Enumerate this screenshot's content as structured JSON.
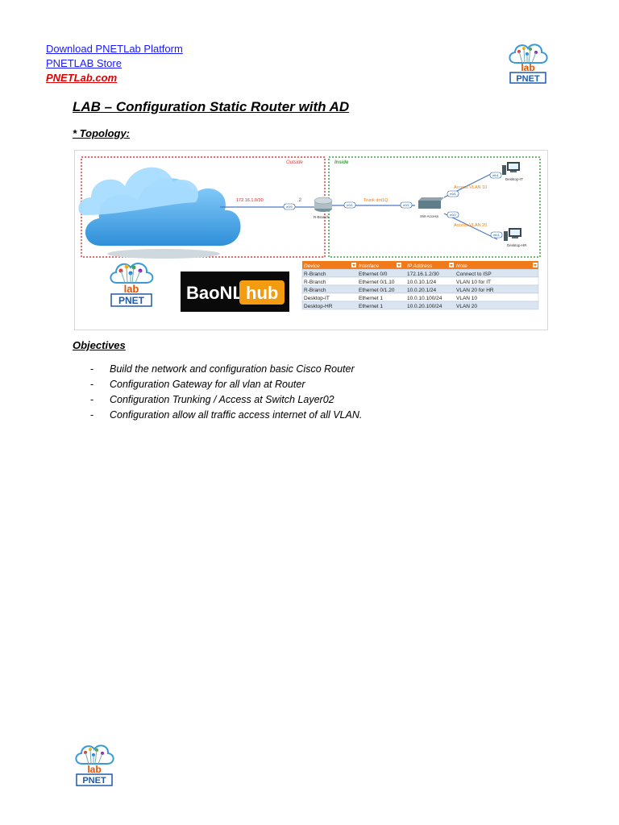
{
  "header": {
    "links": [
      {
        "label": "Download PNETLab Platform"
      },
      {
        "label": "PNETLAB Store"
      },
      {
        "label": "PNETLab.com"
      }
    ]
  },
  "logo": {
    "lab_text": "lab",
    "brand_text": "PNET"
  },
  "document": {
    "title": "LAB – Configuration Static Router with AD",
    "topology_heading": "* Topology:",
    "objectives_heading": "Objectives",
    "objectives": [
      "Build the network and configuration basic Cisco Router",
      "Configuration Gateway for all vlan at Router",
      "Configuration Trunking / Access at Switch Layer02",
      "Configuration allow all traffic access internet of all VLAN."
    ]
  },
  "topology": {
    "zone_outside": "Outside",
    "zone_inside": "Inside",
    "wan_link_label": "172.16.1.0/30",
    "wan_host_label": ".2",
    "router_name": "R-Branch",
    "switch_name": "SW-Access",
    "trunk_label": "Trunk dot1Q",
    "access_vlan10_label": "Access VLAN 10",
    "access_vlan20_label": "Access VLAN 20",
    "desktop_it": "Desktop-IT",
    "desktop_hr": "Desktop-HR",
    "ports": {
      "router_wan": "e0/0",
      "router_lan": "e0/1",
      "switch_up": "e0/1",
      "switch_it": "e0/1",
      "switch_hr": "e0/2",
      "pc_it": "eth1",
      "pc_hr": "eth1"
    },
    "brand_baonl": "BaoNL",
    "brand_hub": "hub"
  },
  "address_table": {
    "headers": [
      "Device",
      "Interface",
      "IP Address",
      "Note"
    ],
    "rows": [
      [
        "R-Branch",
        "Ethernet 0/0",
        "172.16.1.2/30",
        "Connect to ISP"
      ],
      [
        "R-Branch",
        "Ethernet 0/1.10",
        "10.0.10.1/24",
        "VLAN 10 for IT"
      ],
      [
        "R-Branch",
        "Ethernet 0/1.20",
        "10.0.20.1/24",
        "VLAN 20 for HR"
      ],
      [
        "Desktop-IT",
        "Ethernet 1",
        "10.0.10.100/24",
        "VLAN 10"
      ],
      [
        "Desktop-HR",
        "Ethernet 1",
        "10.0.20.100/24",
        "VLAN 20"
      ]
    ]
  },
  "colors": {
    "link": "#1a1aff",
    "site_link": "#e00000",
    "outside_zone": "#e53935",
    "inside_zone": "#43a047",
    "table_header": "#f07a1a",
    "cloud": "#4aa8e8"
  }
}
